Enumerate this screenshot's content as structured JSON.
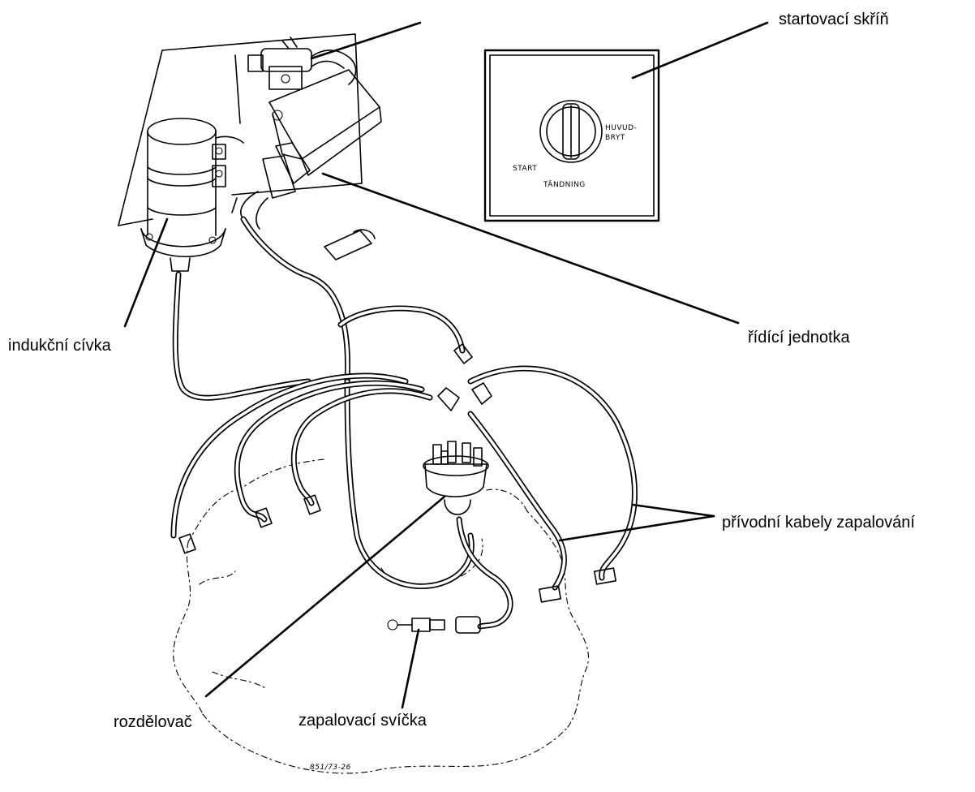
{
  "labels": {
    "starter_box": "startovací skříň",
    "control_unit": "řídící jednotka",
    "induction_coil": "indukční cívka",
    "ignition_leads": "přívodní kabely zapalování",
    "distributor": "rozdělovač",
    "spark_plug": "zapalovací svíčka"
  },
  "panel": {
    "start": "START",
    "main_switch_line1": "HUVUD-",
    "main_switch_line2": "BRYT",
    "ignition": "TÄNDNING"
  },
  "drawing_code": "851/73-26"
}
